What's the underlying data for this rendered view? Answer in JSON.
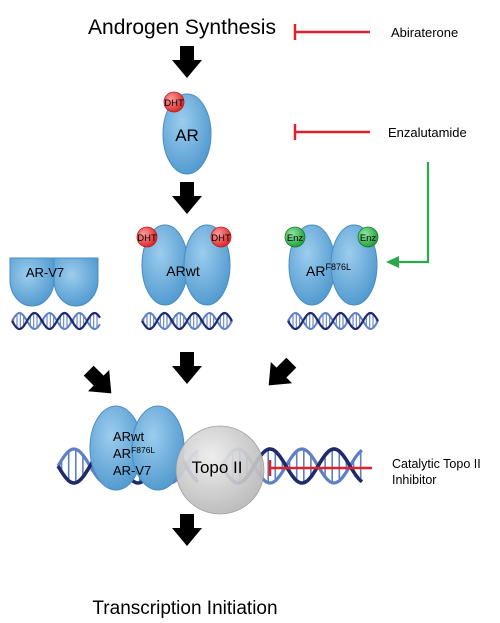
{
  "diagram": {
    "title_top": "Androgen Synthesis",
    "title_bottom": "Transcription Initiation",
    "inhibitors": {
      "abiraterone": "Abiraterone",
      "enzalutamide": "Enzalutamide",
      "topo_line1": "Catalytic Topo II",
      "topo_line2": "Inhibitor"
    },
    "receptors": {
      "ar": "AR",
      "ar_v7": "AR-V7",
      "ar_wt": "ARwt",
      "ar_mut_base": "AR",
      "ar_mut_sup": "F876L"
    },
    "ligands": {
      "dht": "DHT",
      "enz": "Enz"
    },
    "complex": {
      "line1": "ARwt",
      "line2_base": "AR",
      "line2_sup": "F876L",
      "line3": "AR-V7"
    },
    "topo": "Topo II",
    "colors": {
      "receptor_fill": "#5FA9DA",
      "receptor_stroke": "#3B7FB3",
      "dht": "#E23B3B",
      "enz": "#2DB24A",
      "inhibit_line": "#E0202B",
      "enz_arrow": "#2AA84A",
      "dna_dark": "#1F2A6B",
      "dna_light": "#5F7FC4",
      "topo_fill": "#C8C8C8",
      "arrow": "#000000"
    }
  }
}
